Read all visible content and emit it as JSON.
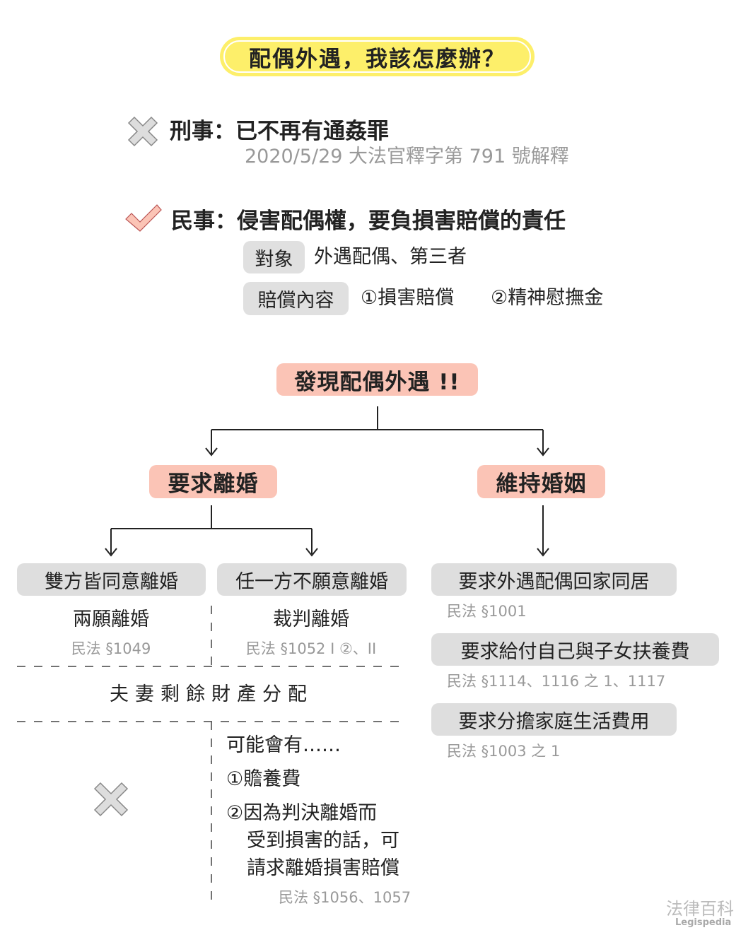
{
  "title": "配偶外遇，我該怎麼辦？",
  "criminal": {
    "icon": "cross-icon",
    "heading": "刑事：已不再有通姦罪",
    "note": "2020/5/29 大法官釋字第 791 號解釋"
  },
  "civil": {
    "icon": "check-icon",
    "heading": "民事：侵害配偶權，要負損害賠償的責任",
    "target_label": "對象",
    "target_value": "外遇配偶、第三者",
    "compensation_label": "賠償內容",
    "compensation_1": "①損害賠償",
    "compensation_2": "②精神慰撫金"
  },
  "flow": {
    "root": "發現配偶外遇 !!",
    "divorce": "要求離婚",
    "maintain": "維持婚姻",
    "mutual": {
      "label": "雙方皆同意離婚",
      "type": "兩願離婚",
      "law": "民法 §1049"
    },
    "judicial": {
      "label": "任一方不願意離婚",
      "type": "裁判離婚",
      "law": "民法 §1052 I ②、II"
    },
    "property": "夫妻剩餘財產分配",
    "maybe": "可能會有……",
    "maybe_1": "①贍養費",
    "maybe_2a": "②因為判決離婚而",
    "maybe_2b": "受到損害的話，可",
    "maybe_2c": "請求離婚損害賠償",
    "maybe_law": "民法 §1056、1057",
    "mutual_cross_icon": "cross-icon",
    "maintain_items": [
      {
        "label": "要求外遇配偶回家同居",
        "law": "民法 §1001"
      },
      {
        "label": "要求給付自己與子女扶養費",
        "law": "民法 §1114、1116 之 1、1117"
      },
      {
        "label": "要求分擔家庭生活費用",
        "law": "民法 §1003 之 1"
      }
    ]
  },
  "logo": {
    "name": "法律百科",
    "sub": "Legispedia"
  },
  "colors": {
    "yellow": "#fdef6a",
    "pink": "#fbc4b6",
    "grey": "#dedede",
    "law": "#999999"
  }
}
